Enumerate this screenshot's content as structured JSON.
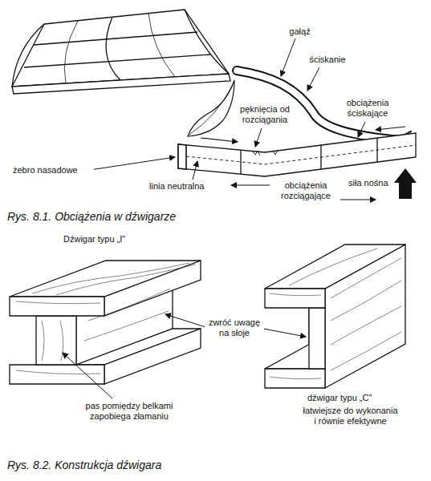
{
  "diagram": {
    "labels": [
      "gałąź",
      "ściskanie",
      "pęknięcia od rozciągania",
      "obciążenia ściskające",
      "żebro nasadowe",
      "linia neutralna",
      "obciążenia rozciągające",
      "siła nośna",
      "Rys. 8.1. Obciążenia w dźwigarze",
      "Dźwigar typu „I”",
      "zwróć uwagę na słoje",
      "pas pomiędzy belkami zapobiega złamaniu",
      "dźwigar typu „C”",
      "łatwiejsze do wykonania i równie efektywne",
      "Rys. 8.2. Konstrukcja dźwigara"
    ]
  }
}
